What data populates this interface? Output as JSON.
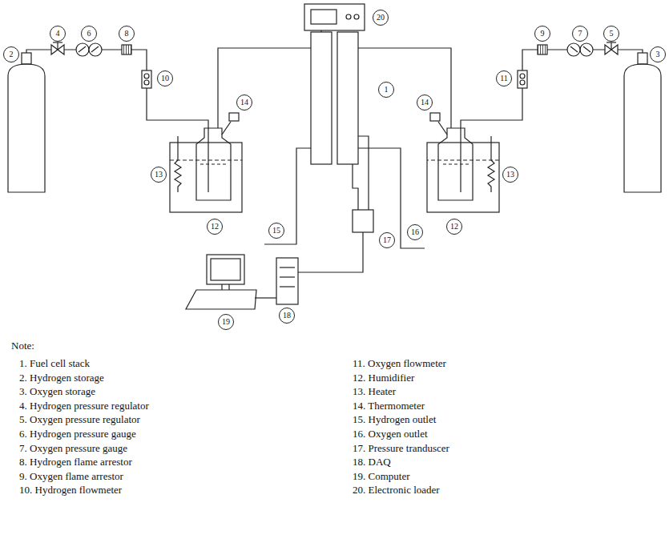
{
  "diagram": {
    "labels": [
      "20",
      "2",
      "4",
      "6",
      "8",
      "10",
      "9",
      "7",
      "5",
      "3",
      "11",
      "1",
      "14",
      "14",
      "13",
      "12",
      "12",
      "13",
      "15",
      "16",
      "17",
      "18",
      "19",
      "Note:",
      "1. Fuel cell stack",
      "2. Hydrogen storage",
      "3. Oxygen storage",
      "4. Hydrogen pressure regulator",
      "5. Oxygen pressure regulator",
      "6. Hydrogen pressure gauge",
      "7. Oxygen pressure gauge",
      "8. Hydrogen flame arrestor",
      "9. Oxygen flame arrestor",
      "10. Hydrogen flowmeter",
      "11. Oxygen flowmeter",
      "12. Humidifier",
      "13. Heater",
      "14. Thermometer",
      "15. Hydrogen outlet",
      "16. Oxygen outlet",
      "17. Pressure tranduscer",
      "18. DAQ",
      "19. Computer",
      "20. Electronic loader"
    ]
  }
}
